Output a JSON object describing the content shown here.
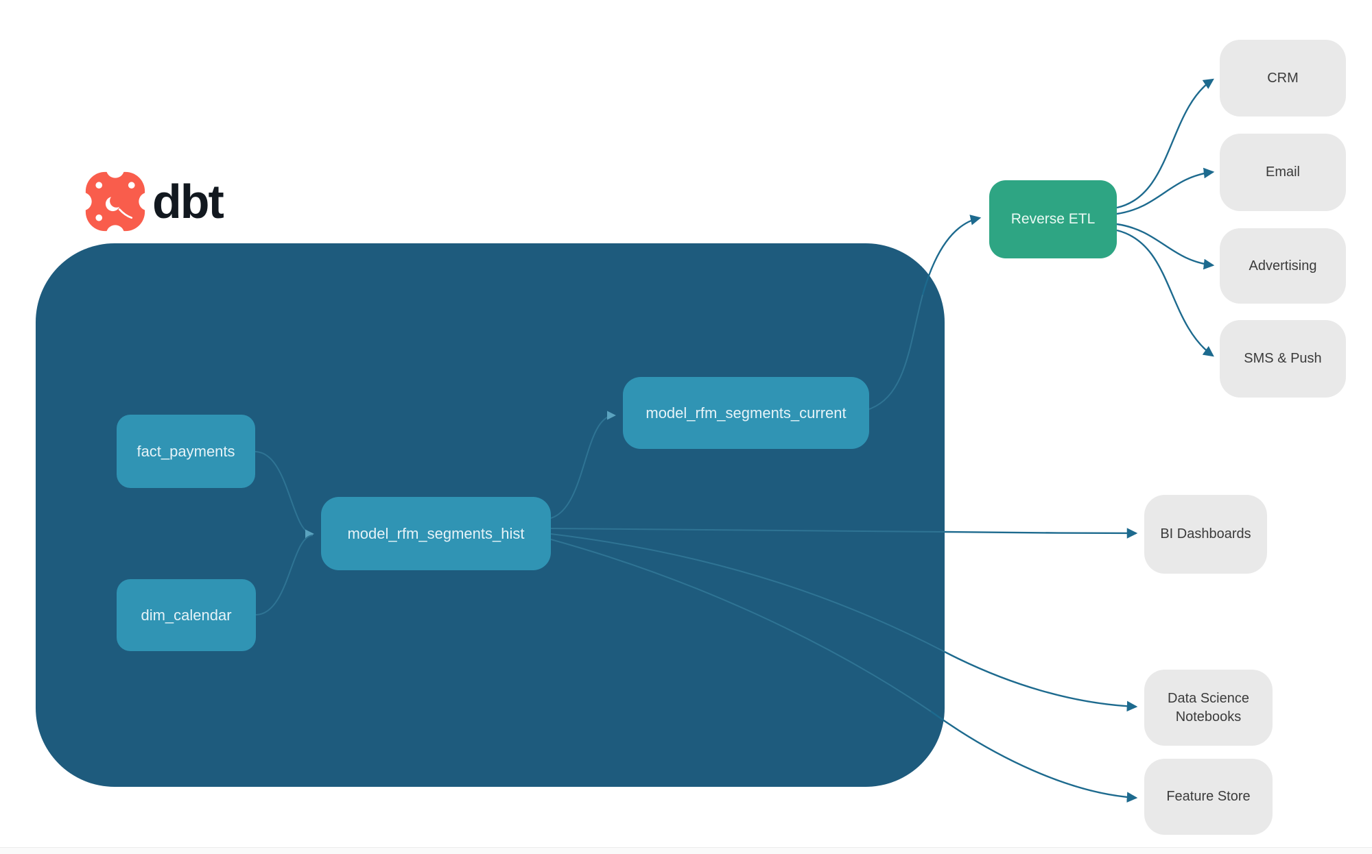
{
  "logo": {
    "text": "dbt"
  },
  "nodes": {
    "fact_payments": {
      "label": "fact_payments"
    },
    "dim_calendar": {
      "label": "dim_calendar"
    },
    "hist": {
      "label": "model_rfm_segments_hist"
    },
    "current": {
      "label": "model_rfm_segments_current"
    },
    "reverse_etl": {
      "label": "Reverse ETL"
    },
    "crm": {
      "label": "CRM"
    },
    "email": {
      "label": "Email"
    },
    "advertising": {
      "label": "Advertising"
    },
    "sms_push": {
      "label": "SMS & Push"
    },
    "bi_dashboards": {
      "label": "BI Dashboards"
    },
    "ds_notebooks": {
      "label": "Data Science Notebooks"
    },
    "feature_store": {
      "label": "Feature Store"
    }
  },
  "edges": [
    {
      "from": "fact_payments",
      "to": "model_rfm_segments_hist"
    },
    {
      "from": "dim_calendar",
      "to": "model_rfm_segments_hist"
    },
    {
      "from": "model_rfm_segments_hist",
      "to": "model_rfm_segments_current"
    },
    {
      "from": "model_rfm_segments_hist",
      "to": "BI Dashboards"
    },
    {
      "from": "model_rfm_segments_hist",
      "to": "Data Science Notebooks"
    },
    {
      "from": "model_rfm_segments_hist",
      "to": "Feature Store"
    },
    {
      "from": "model_rfm_segments_current",
      "to": "Reverse ETL"
    },
    {
      "from": "Reverse ETL",
      "to": "CRM"
    },
    {
      "from": "Reverse ETL",
      "to": "Email"
    },
    {
      "from": "Reverse ETL",
      "to": "Advertising"
    },
    {
      "from": "Reverse ETL",
      "to": "SMS & Push"
    }
  ],
  "colors": {
    "container": "#1e5b7d",
    "model_box": "#3094b4",
    "reverse_etl_box": "#2ea583",
    "destination_box": "#e9e9e9",
    "edge_outside": "#1d6a8e",
    "edge_inside": "#2f7494",
    "logo_orange": "#f95d4c",
    "logo_text": "#12181f"
  }
}
